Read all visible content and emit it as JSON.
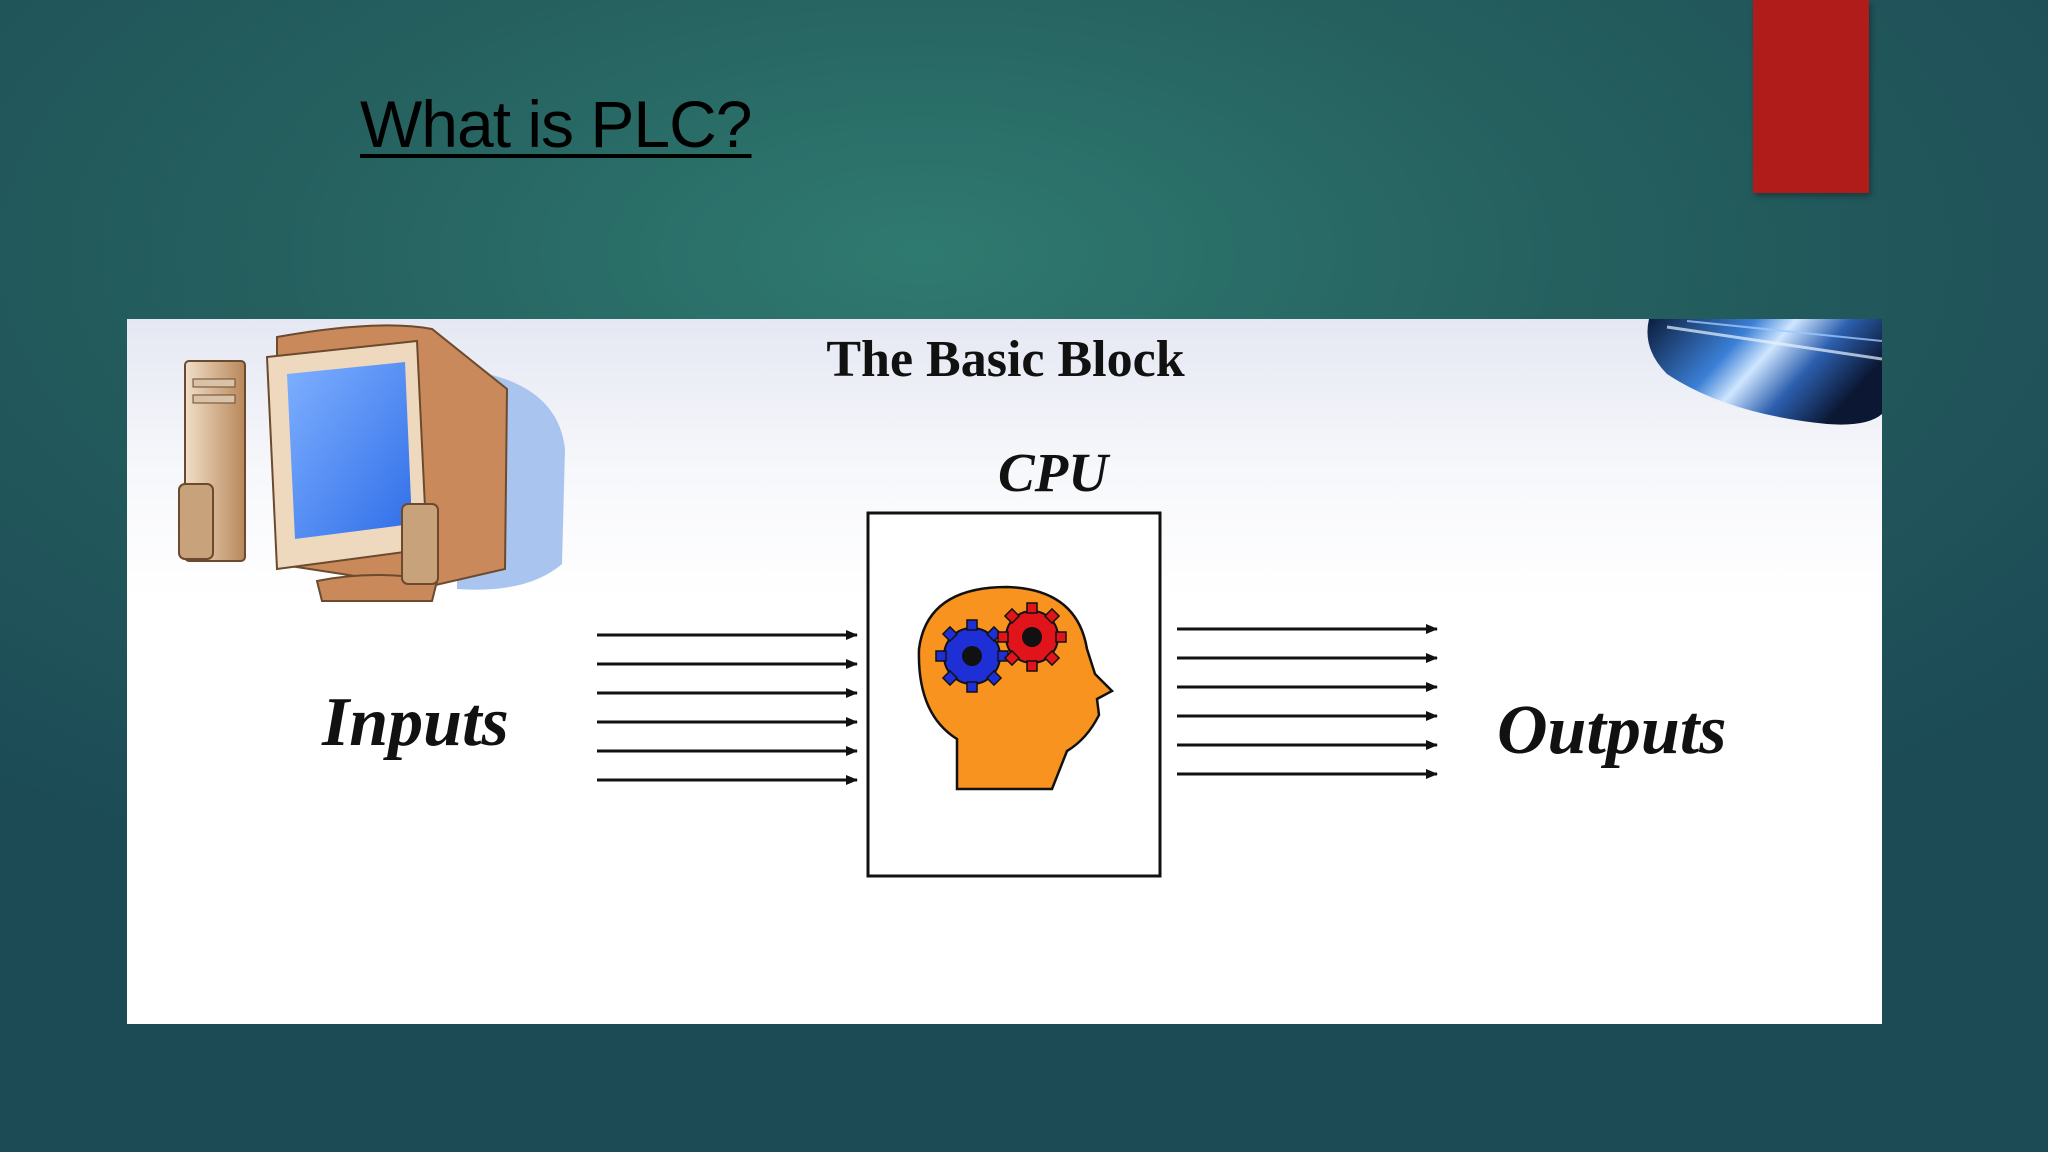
{
  "slide": {
    "title": "What is PLC?",
    "accent_color": "#b01c1a"
  },
  "diagram": {
    "title": "The Basic Block",
    "cpu_label": "CPU",
    "inputs_label": "Inputs",
    "outputs_label": "Outputs",
    "input_arrow_count": 6,
    "output_arrow_count": 6,
    "icons": [
      "computer-icon",
      "head-with-gears-icon",
      "decorative-streak-image"
    ]
  }
}
